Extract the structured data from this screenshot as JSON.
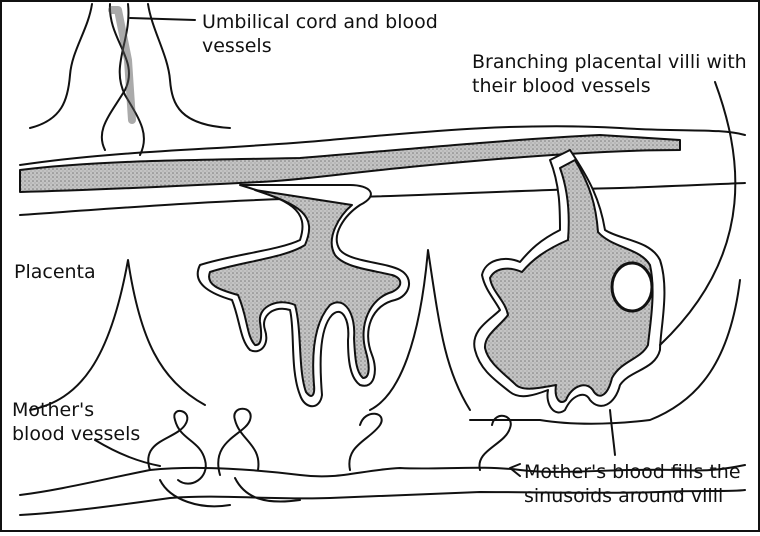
{
  "labels": {
    "umbilical_cord": [
      "Umbilical cord and blood",
      "vessels"
    ],
    "villi": [
      "Branching placental villi with",
      "their blood vessels"
    ],
    "placenta": "Placenta",
    "mothers_vessels": [
      "Mother's",
      "blood vessels"
    ],
    "mothers_blood": [
      "Mother's blood fills the",
      "sinusoids around villi"
    ]
  },
  "colors": {
    "ink": "#111111",
    "vessel_fill": "#b8b8b8",
    "background": "#ffffff"
  }
}
